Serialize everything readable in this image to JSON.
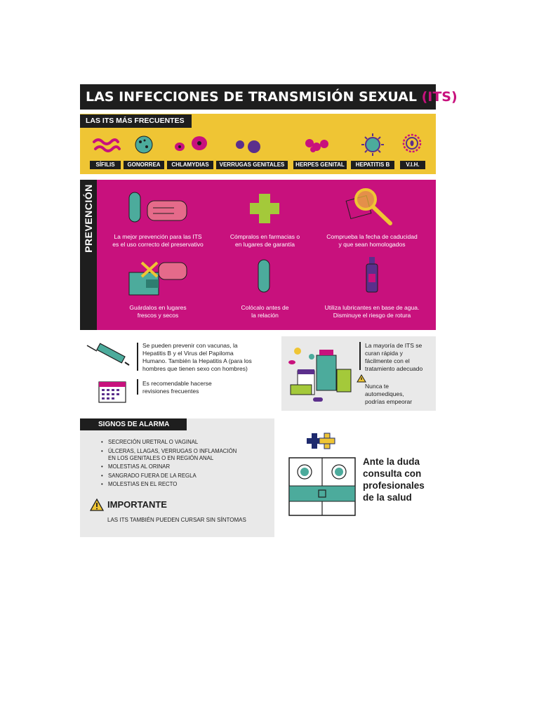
{
  "title": {
    "main": "LAS INFECCIONES DE TRANSMISIÓN SEXUAL ",
    "accent": "(ITS)"
  },
  "frecuentes": {
    "label": "LAS ITS MÁS FRECUENTES",
    "items": [
      "SÍFILIS",
      "GONORREA",
      "CHLAMYDIAS",
      "VERRUGAS GENITALES",
      "HERPES GENITAL",
      "HEPATITIS B",
      "V.I.H."
    ]
  },
  "prevencion": {
    "label": "PREVENCIÓN",
    "captions": [
      "La mejor prevención para las ITS\nes el uso correcto del preservativo",
      "Cómpralos en farmacias o\nen lugares de garantía",
      "Comprueba la fecha de caducidad\ny que sean homologados",
      "Guárdalos en lugares\nfrescos y secos",
      "Colócalo antes de\nla relación",
      "Utiliza lubricantes en base de agua.\nDisminuye el riesgo de rotura"
    ]
  },
  "vacunas": {
    "text": "Se pueden prevenir con vacunas, la\nHepatitis B y el Virus del Papiloma\nHumano. También la Hepatitis A (para los\nhombres que tienen sexo con hombres)"
  },
  "revisiones": {
    "text": "Es recomendable hacerse\nrevisiones frecuentes"
  },
  "tratamiento": {
    "text": "La mayoría de ITS se\ncuran rápida y\nfácilmente con el\ntratamiento adecuado",
    "warning": "Nunca te\nautomediques,\npodrías empeorar"
  },
  "signos": {
    "label": "SIGNOS DE ALARMA",
    "items": [
      "SECRECIÓN URETRAL O VAGINAL",
      "ÚLCERAS, LLAGAS, VERRUGAS O INFLAMACIÓN\nEN LOS GENITALES O EN REGIÓN ANAL",
      "MOLESTIAS AL ORINAR",
      "SANGRADO FUERA DE LA REGLA",
      "MOLESTIAS EN EL RECTO"
    ],
    "importante_title": "IMPORTANTE",
    "importante_text": "LAS ITS TAMBIÉN PUEDEN CURSAR SIN SÍNTOMAS"
  },
  "consulta": {
    "text": "Ante la duda\nconsulta con\nprofesionales\nde la salud"
  },
  "colors": {
    "magenta": "#c8117d",
    "yellow": "#efc534",
    "dark": "#1e1e1e",
    "teal": "#4cab9c",
    "purple": "#5b2f8c",
    "grey": "#e9e9e9"
  }
}
